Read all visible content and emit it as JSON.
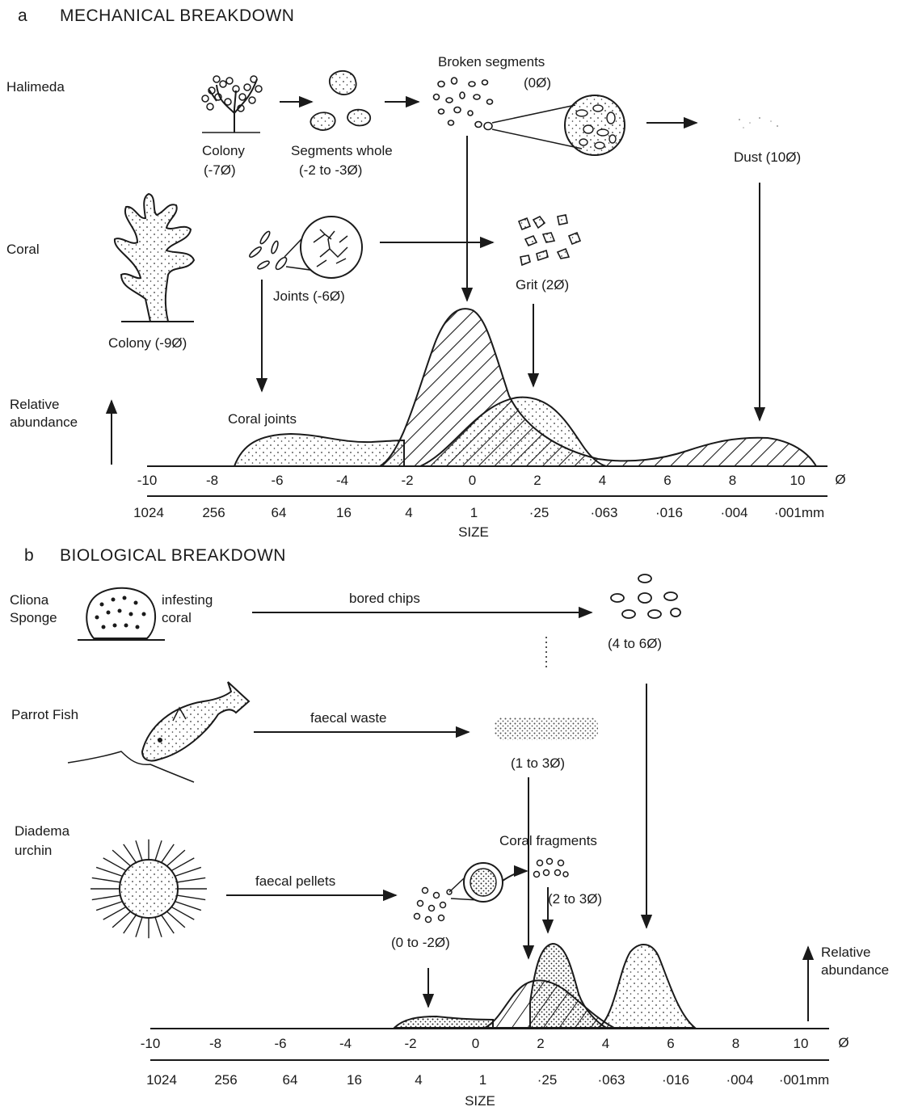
{
  "section_a": {
    "letter": "a",
    "title": "MECHANICAL BREAKDOWN",
    "halimeda": {
      "name": "Halimeda",
      "colony": "Colony",
      "colony_size": "(-7Ø)",
      "segments": "Segments whole",
      "segments_size": "(-2 to -3Ø)",
      "broken": "Broken segments",
      "broken_size": "(0Ø)",
      "dust": "Dust (10Ø)"
    },
    "coral": {
      "name": "Coral",
      "joints": "Joints (-6Ø)",
      "colony": "Colony (-9Ø)",
      "grit": "Grit (2Ø)"
    },
    "ylabel": [
      "Relative",
      "abundance"
    ],
    "curve_label": "Coral joints",
    "phi_ticks": [
      "-10",
      "-8",
      "-6",
      "-4",
      "-2",
      "0",
      "2",
      "4",
      "6",
      "8",
      "10"
    ],
    "phi_symbol": "Ø",
    "mm_ticks": [
      "1024",
      "256",
      "64",
      "16",
      "4",
      "1",
      "·25",
      "·063",
      "·016",
      "·004",
      "·001mm"
    ],
    "axis_title": "SIZE"
  },
  "section_b": {
    "letter": "b",
    "title": "BIOLOGICAL BREAKDOWN",
    "cliona": [
      "Cliona",
      "Sponge"
    ],
    "infesting": [
      "infesting",
      "coral"
    ],
    "bored": "bored chips",
    "bored_size": "(4 to 6Ø)",
    "parrot": "Parrot Fish",
    "faecal_waste": "faecal waste",
    "waste_size": "(1 to 3Ø)",
    "diadema": [
      "Diadema",
      "urchin"
    ],
    "faecal_pellets": "faecal pellets",
    "pellets_size": "(0 to -2Ø)",
    "fragments": "Coral fragments",
    "fragments_size": "(2 to 3Ø)",
    "ylabel": [
      "Relative",
      "abundance"
    ],
    "phi_ticks": [
      "-10",
      "-8",
      "-6",
      "-4",
      "-2",
      "0",
      "2",
      "4",
      "6",
      "8",
      "10"
    ],
    "phi_symbol": "Ø",
    "mm_ticks": [
      "1024",
      "256",
      "64",
      "16",
      "4",
      "1",
      "·25",
      "·063",
      "·016",
      "·004",
      "·001mm"
    ],
    "axis_title": "SIZE"
  }
}
